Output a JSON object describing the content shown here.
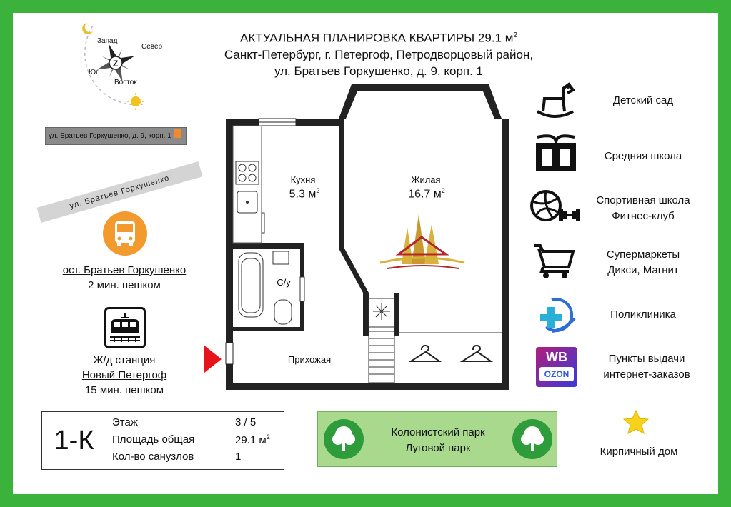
{
  "title": {
    "line1": "АКТУАЛЬНАЯ ПЛАНИРОВКА КВАРТИРЫ 29.1 м",
    "line1_sup": "2",
    "line2": "Санкт-Петербург, г. Петергоф, Петродворцовый район,",
    "line3": "ул. Братьев Горкушенко, д. 9, корп. 1"
  },
  "compass": {
    "west": "Запад",
    "north": "Север",
    "south": "Юг",
    "east": "Восток",
    "letter": "Z"
  },
  "street_bar": "ул. Братьев Горкушенко, д. 9, корп. 1",
  "street_ribbon": "ул. Братьев Горкушенко",
  "bus": {
    "line1": "ост. Братьев Горкушенко",
    "line2": "2 мин. пешком",
    "icon": "bus-icon"
  },
  "train": {
    "line1": "Ж/д станция",
    "line2": "Новый Петергоф",
    "line3": "15 мин. пешком",
    "icon": "train-icon"
  },
  "plan": {
    "kitchen": {
      "name": "Кухня",
      "area": "5.3 м",
      "sup": "2"
    },
    "living": {
      "name": "Жилая",
      "area": "16.7 м",
      "sup": "2"
    },
    "bath": {
      "name": "С/у"
    },
    "hall": {
      "name": "Прихожая"
    }
  },
  "amenities": [
    {
      "label1": "Детский сад",
      "label2": "",
      "icon": "rocking-horse-icon"
    },
    {
      "label1": "Средняя школа",
      "label2": "",
      "icon": "book-icon"
    },
    {
      "label1": "Спортивная школа",
      "label2": "Фитнес-клуб",
      "icon": "sports-icon"
    },
    {
      "label1": "Супермаркеты",
      "label2": "Дикси, Магнит",
      "icon": "cart-icon"
    },
    {
      "label1": "Поликлиника",
      "label2": "",
      "icon": "medical-icon"
    },
    {
      "label1": "Пункты выдачи",
      "label2": "интернет-заказов",
      "icon": "wb-ozon-icon"
    }
  ],
  "wb_ozon": {
    "wb": "WB",
    "ozon": "OZON"
  },
  "info": {
    "type": "1-К",
    "rows": [
      {
        "label": "Этаж",
        "value": "3 / 5",
        "sup": ""
      },
      {
        "label": "Площадь общая",
        "value": "29.1 м",
        "sup": "2"
      },
      {
        "label": "Кол-во санузлов",
        "value": "1",
        "sup": ""
      }
    ]
  },
  "parks": {
    "line1": "Колонистский парк",
    "line2": "Луговой парк"
  },
  "brick": {
    "label": "Кирпичный дом",
    "icon": "star-icon"
  },
  "colors": {
    "frame": "#3bb23b",
    "bus": "#f29a2e",
    "park": "#a8d98c",
    "tree": "#2e9c3a",
    "arrow": "#e8141b"
  }
}
